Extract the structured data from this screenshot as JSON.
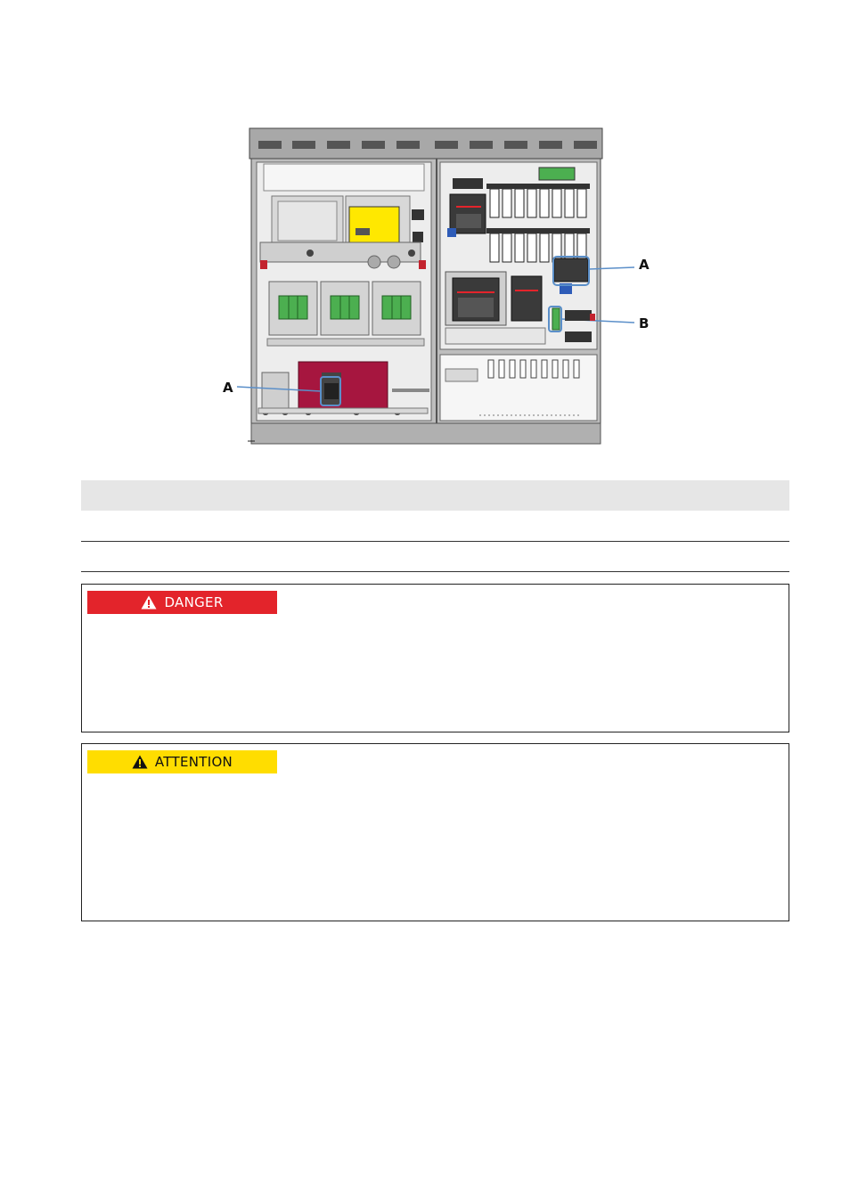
{
  "figure": {
    "callouts": {
      "a_top_right": "A",
      "b_right": "B",
      "a_left": "A"
    },
    "colors": {
      "frame": "#9a9a9a",
      "panel": "#e9e9e9",
      "dark": "#3a3a3a",
      "green": "#4caf50",
      "yellow": "#ffe800",
      "maroon": "#a6163f",
      "blue_leader": "#5b8fc9"
    }
  },
  "danger_notice": {
    "label": "DANGER",
    "icon": "warning-triangle-icon",
    "color": "#e3242b"
  },
  "attention_notice": {
    "label": "ATTENTION",
    "icon": "warning-triangle-icon",
    "color": "#ffdd00"
  }
}
